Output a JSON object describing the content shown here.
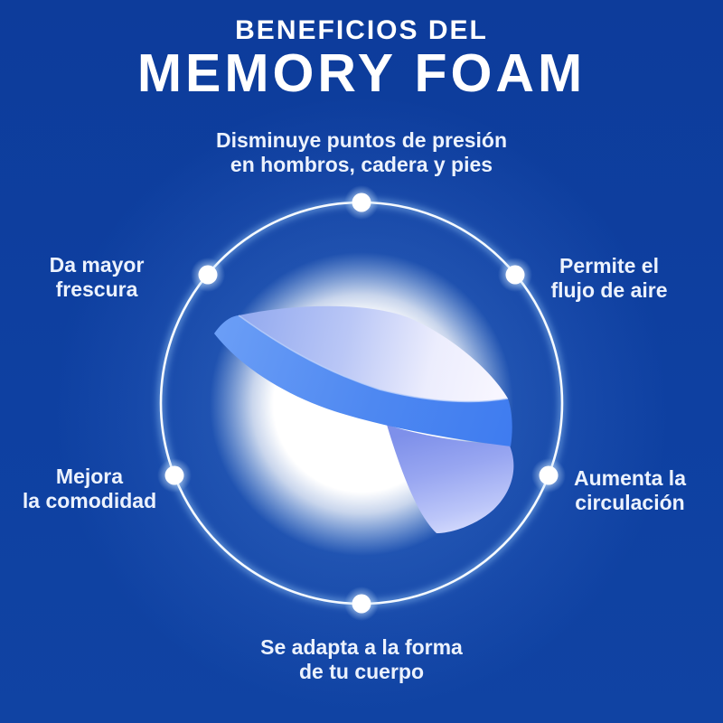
{
  "title": {
    "kicker": "BENEFICIOS DEL",
    "main": "MEMORY FOAM"
  },
  "benefits": {
    "top": {
      "lines": [
        "Disminuye puntos de presión",
        "en hombros, cadera y pies"
      ]
    },
    "upper_left": {
      "lines": [
        "Da mayor",
        "frescura"
      ]
    },
    "upper_right": {
      "lines": [
        "Permite el",
        "flujo de aire"
      ]
    },
    "lower_left": {
      "lines": [
        "Mejora",
        "la comodidad"
      ]
    },
    "lower_right": {
      "lines": [
        "Aumenta la",
        "circulación"
      ]
    },
    "bottom": {
      "lines": [
        "Se adapta a la forma",
        "de tu cuerpo"
      ]
    }
  },
  "illustration": {
    "name": "memory-foam-pillow-3d-render",
    "ring_color": "#f5faff",
    "dot_color": "#ffffff",
    "center_glow_color": "#ffffff",
    "pillow_band_color": "#4b87ef",
    "pillow_top_surface_color": "#dfe6fc",
    "pillow_tail_color": "#a7b4f4"
  },
  "colors": {
    "background": "#0e40a1",
    "title_text": "#ffffff",
    "label_text": "#ecf2fd",
    "glow": "#bfe0ff"
  }
}
